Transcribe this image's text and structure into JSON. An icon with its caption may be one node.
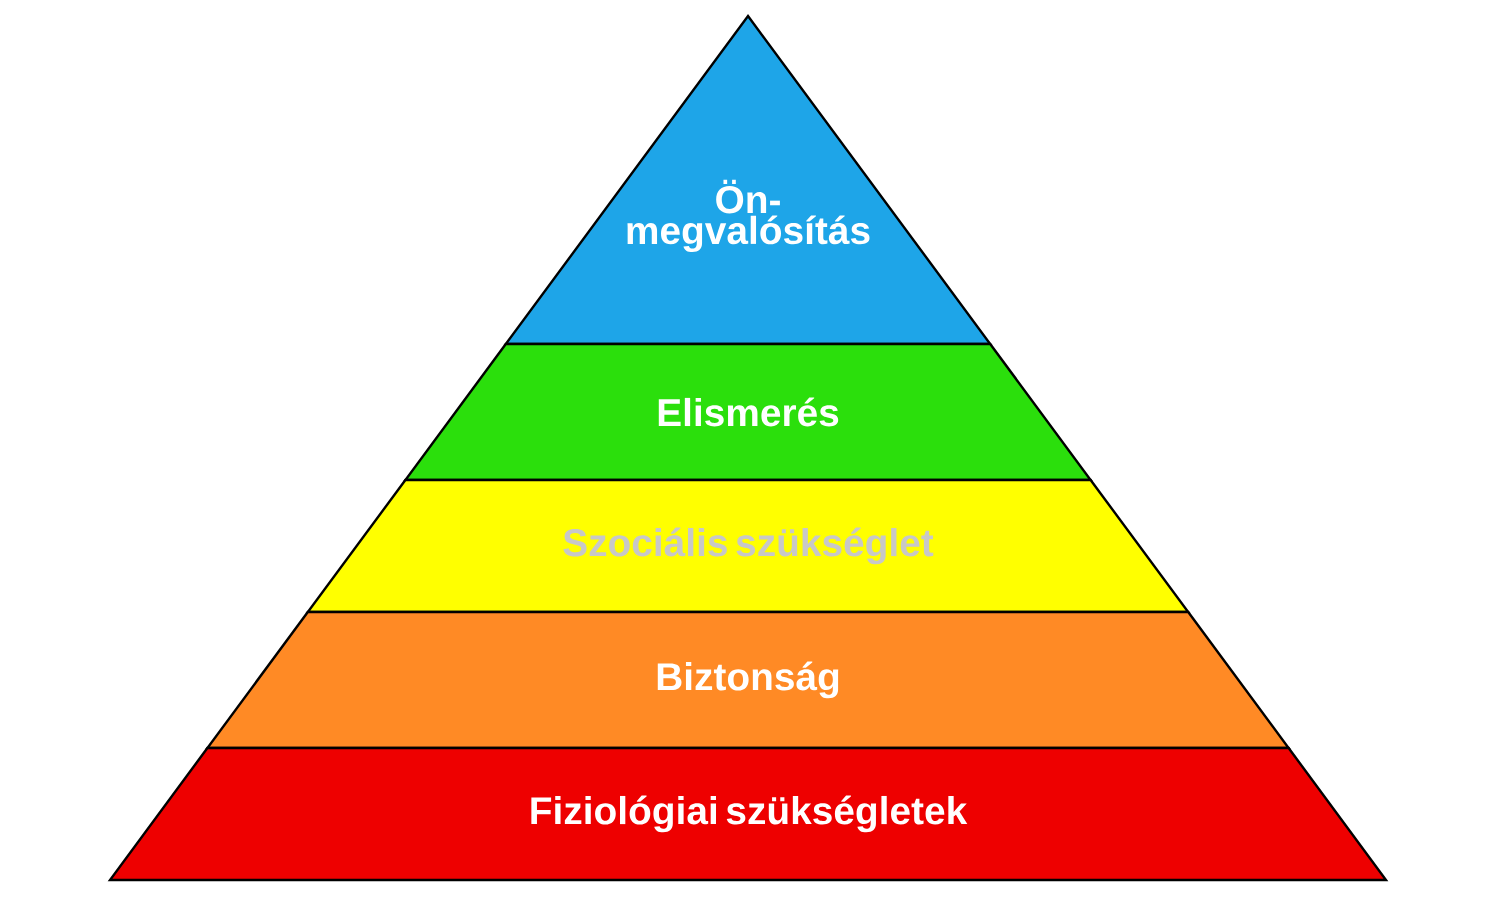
{
  "diagram": {
    "nodes": [
      {
        "text": [
          "Ön-megvalósítás"
        ]
      },
      {
        "text": [
          "Elismerés"
        ]
      },
      {
        "text": [
          "Szociális szükséglet"
        ]
      },
      {
        "text": [
          "Biztonság"
        ]
      },
      {
        "text": [
          "Fiziológiai szükségletek"
        ]
      }
    ]
  }
}
